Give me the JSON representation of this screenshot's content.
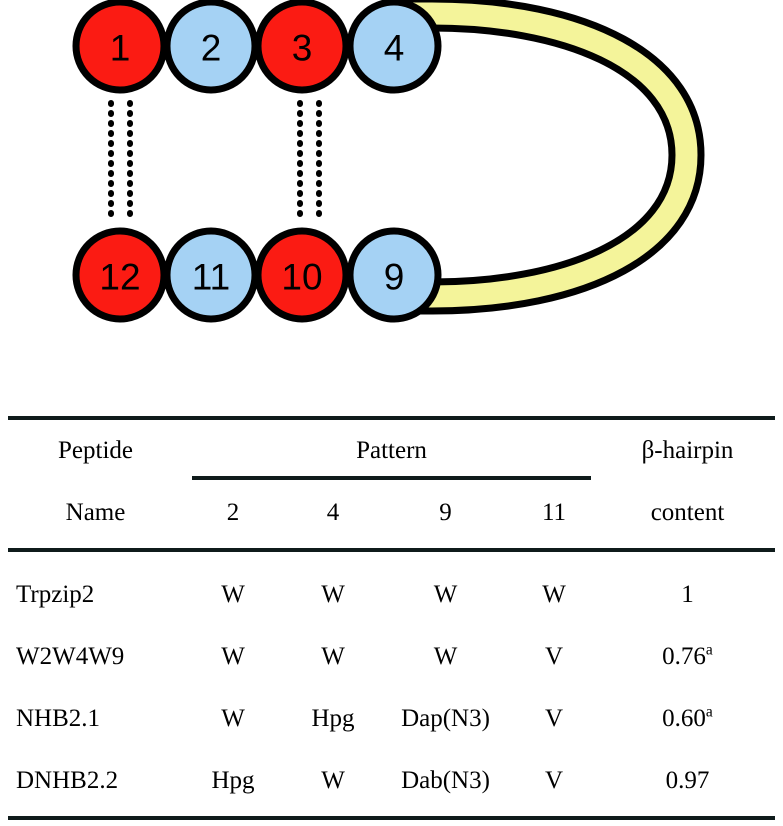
{
  "figure": {
    "name": "beta-hairpin-schematic",
    "colors": {
      "red_residue": "#fb1b13",
      "blue_residue": "#a5d2f4",
      "turn_loop": "#f4f49a",
      "outline": "#000000",
      "hbond": "#000000"
    },
    "top_strand": [
      {
        "number": "1",
        "color": "red"
      },
      {
        "number": "2",
        "color": "blue"
      },
      {
        "number": "3",
        "color": "red"
      },
      {
        "number": "4",
        "color": "blue"
      }
    ],
    "bottom_strand": [
      {
        "number": "12",
        "color": "red"
      },
      {
        "number": "11",
        "color": "blue"
      },
      {
        "number": "10",
        "color": "red"
      },
      {
        "number": "9",
        "color": "blue"
      }
    ],
    "hydrogen_bond_pairs": [
      {
        "pair": "1-12"
      },
      {
        "pair": "3-10"
      }
    ]
  },
  "table": {
    "headers": {
      "peptide": "Peptide",
      "name": "Name",
      "pattern": "Pattern",
      "positions": [
        "2",
        "4",
        "9",
        "11"
      ],
      "beta_hairpin": "β-hairpin",
      "content": "content"
    },
    "rows": [
      {
        "name": "Trpzip2",
        "p2": "W",
        "p4": "W",
        "p9": "W",
        "p11": "W",
        "content": "1",
        "content_note": ""
      },
      {
        "name": "W2W4W9",
        "p2": "W",
        "p4": "W",
        "p9": "W",
        "p11": "V",
        "content": "0.76",
        "content_note": "a"
      },
      {
        "name": "NHB2.1",
        "p2": "W",
        "p4": "Hpg",
        "p9": "Dap(N3)",
        "p11": "V",
        "content": "0.60",
        "content_note": "a"
      },
      {
        "name": "DNHB2.2",
        "p2": "Hpg",
        "p4": "W",
        "p9": "Dab(N3)",
        "p11": "V",
        "content": "0.97",
        "content_note": ""
      }
    ]
  }
}
